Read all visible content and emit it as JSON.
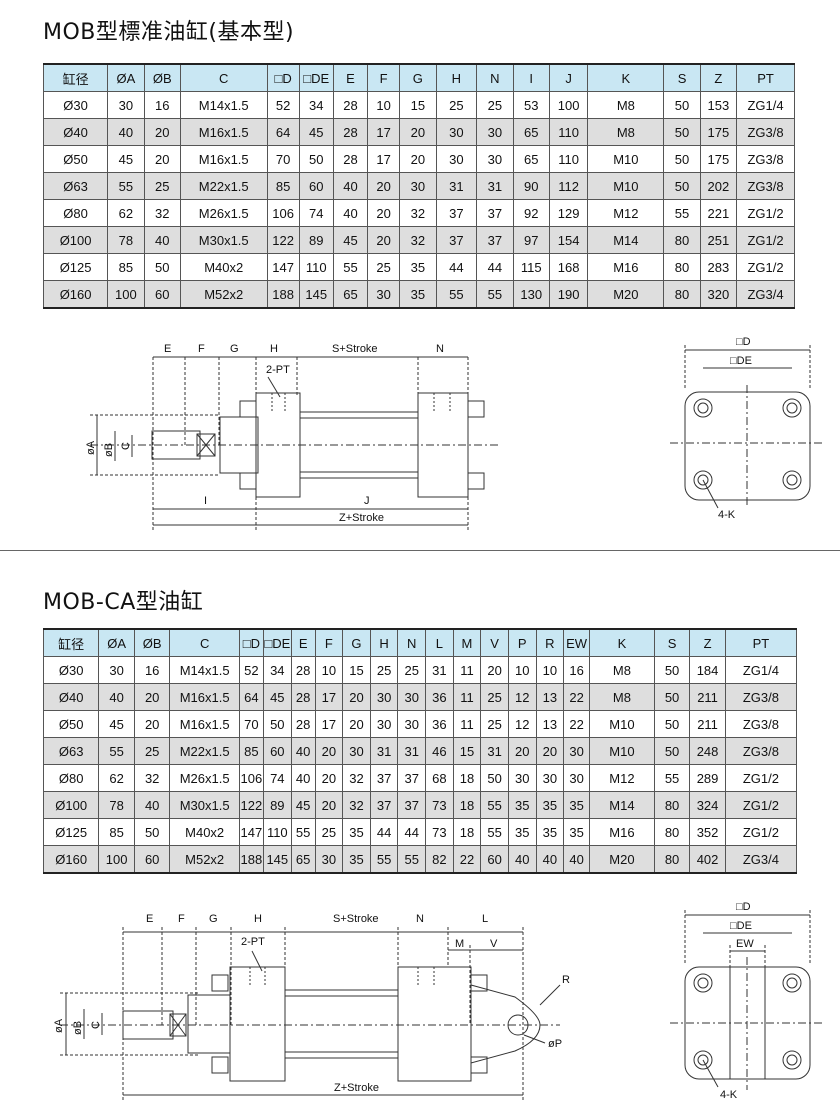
{
  "section1": {
    "title": "MOB型標准油缸(基本型)",
    "headers": [
      "缸径",
      "ØA",
      "ØB",
      "C",
      "□D",
      "□DE",
      "E",
      "F",
      "G",
      "H",
      "N",
      "I",
      "J",
      "K",
      "S",
      "Z",
      "PT"
    ],
    "rows": [
      [
        "Ø30",
        "30",
        "16",
        "M14x1.5",
        "52",
        "34",
        "28",
        "10",
        "15",
        "25",
        "25",
        "53",
        "100",
        "M8",
        "50",
        "153",
        "ZG1/4"
      ],
      [
        "Ø40",
        "40",
        "20",
        "M16x1.5",
        "64",
        "45",
        "28",
        "17",
        "20",
        "30",
        "30",
        "65",
        "110",
        "M8",
        "50",
        "175",
        "ZG3/8"
      ],
      [
        "Ø50",
        "45",
        "20",
        "M16x1.5",
        "70",
        "50",
        "28",
        "17",
        "20",
        "30",
        "30",
        "65",
        "110",
        "M10",
        "50",
        "175",
        "ZG3/8"
      ],
      [
        "Ø63",
        "55",
        "25",
        "M22x1.5",
        "85",
        "60",
        "40",
        "20",
        "30",
        "31",
        "31",
        "90",
        "112",
        "M10",
        "50",
        "202",
        "ZG3/8"
      ],
      [
        "Ø80",
        "62",
        "32",
        "M26x1.5",
        "106",
        "74",
        "40",
        "20",
        "32",
        "37",
        "37",
        "92",
        "129",
        "M12",
        "55",
        "221",
        "ZG1/2"
      ],
      [
        "Ø100",
        "78",
        "40",
        "M30x1.5",
        "122",
        "89",
        "45",
        "20",
        "32",
        "37",
        "37",
        "97",
        "154",
        "M14",
        "80",
        "251",
        "ZG1/2"
      ],
      [
        "Ø125",
        "85",
        "50",
        "M40x2",
        "147",
        "110",
        "55",
        "25",
        "35",
        "44",
        "44",
        "115",
        "168",
        "M16",
        "80",
        "283",
        "ZG1/2"
      ],
      [
        "Ø160",
        "100",
        "60",
        "M52x2",
        "188",
        "145",
        "65",
        "30",
        "35",
        "55",
        "55",
        "130",
        "190",
        "M20",
        "80",
        "320",
        "ZG3/4"
      ]
    ],
    "drawing": {
      "E": "E",
      "F": "F",
      "G": "G",
      "H": "H",
      "stroke": "S+Stroke",
      "N": "N",
      "pt": "2-PT",
      "A": "øA",
      "B": "øB",
      "C": "C",
      "I": "I",
      "J": "J",
      "zstroke": "Z+Stroke",
      "D": "□D",
      "DE": "□DE",
      "K": "4-K"
    }
  },
  "section2": {
    "title": "MOB-CA型油缸",
    "headers": [
      "缸径",
      "ØA",
      "ØB",
      "C",
      "□D",
      "□DE",
      "E",
      "F",
      "G",
      "H",
      "N",
      "L",
      "M",
      "V",
      "P",
      "R",
      "EW",
      "K",
      "S",
      "Z",
      "PT"
    ],
    "rows": [
      [
        "Ø30",
        "30",
        "16",
        "M14x1.5",
        "52",
        "34",
        "28",
        "10",
        "15",
        "25",
        "25",
        "31",
        "11",
        "20",
        "10",
        "10",
        "16",
        "M8",
        "50",
        "184",
        "ZG1/4"
      ],
      [
        "Ø40",
        "40",
        "20",
        "M16x1.5",
        "64",
        "45",
        "28",
        "17",
        "20",
        "30",
        "30",
        "36",
        "11",
        "25",
        "12",
        "13",
        "22",
        "M8",
        "50",
        "211",
        "ZG3/8"
      ],
      [
        "Ø50",
        "45",
        "20",
        "M16x1.5",
        "70",
        "50",
        "28",
        "17",
        "20",
        "30",
        "30",
        "36",
        "11",
        "25",
        "12",
        "13",
        "22",
        "M10",
        "50",
        "211",
        "ZG3/8"
      ],
      [
        "Ø63",
        "55",
        "25",
        "M22x1.5",
        "85",
        "60",
        "40",
        "20",
        "30",
        "31",
        "31",
        "46",
        "15",
        "31",
        "20",
        "20",
        "30",
        "M10",
        "50",
        "248",
        "ZG3/8"
      ],
      [
        "Ø80",
        "62",
        "32",
        "M26x1.5",
        "106",
        "74",
        "40",
        "20",
        "32",
        "37",
        "37",
        "68",
        "18",
        "50",
        "30",
        "30",
        "30",
        "M12",
        "55",
        "289",
        "ZG1/2"
      ],
      [
        "Ø100",
        "78",
        "40",
        "M30x1.5",
        "122",
        "89",
        "45",
        "20",
        "32",
        "37",
        "37",
        "73",
        "18",
        "55",
        "35",
        "35",
        "35",
        "M14",
        "80",
        "324",
        "ZG1/2"
      ],
      [
        "Ø125",
        "85",
        "50",
        "M40x2",
        "147",
        "110",
        "55",
        "25",
        "35",
        "44",
        "44",
        "73",
        "18",
        "55",
        "35",
        "35",
        "35",
        "M16",
        "80",
        "352",
        "ZG1/2"
      ],
      [
        "Ø160",
        "100",
        "60",
        "M52x2",
        "188",
        "145",
        "65",
        "30",
        "35",
        "55",
        "55",
        "82",
        "22",
        "60",
        "40",
        "40",
        "40",
        "M20",
        "80",
        "402",
        "ZG3/4"
      ]
    ],
    "drawing": {
      "E": "E",
      "F": "F",
      "G": "G",
      "H": "H",
      "stroke": "S+Stroke",
      "N": "N",
      "L": "L",
      "M": "M",
      "V": "V",
      "pt": "2-PT",
      "A": "øA",
      "B": "øB",
      "C": "C",
      "R": "R",
      "P": "øP",
      "zstroke": "Z+Stroke",
      "D": "□D",
      "DE": "□DE",
      "EW": "EW",
      "K": "4-K"
    }
  }
}
